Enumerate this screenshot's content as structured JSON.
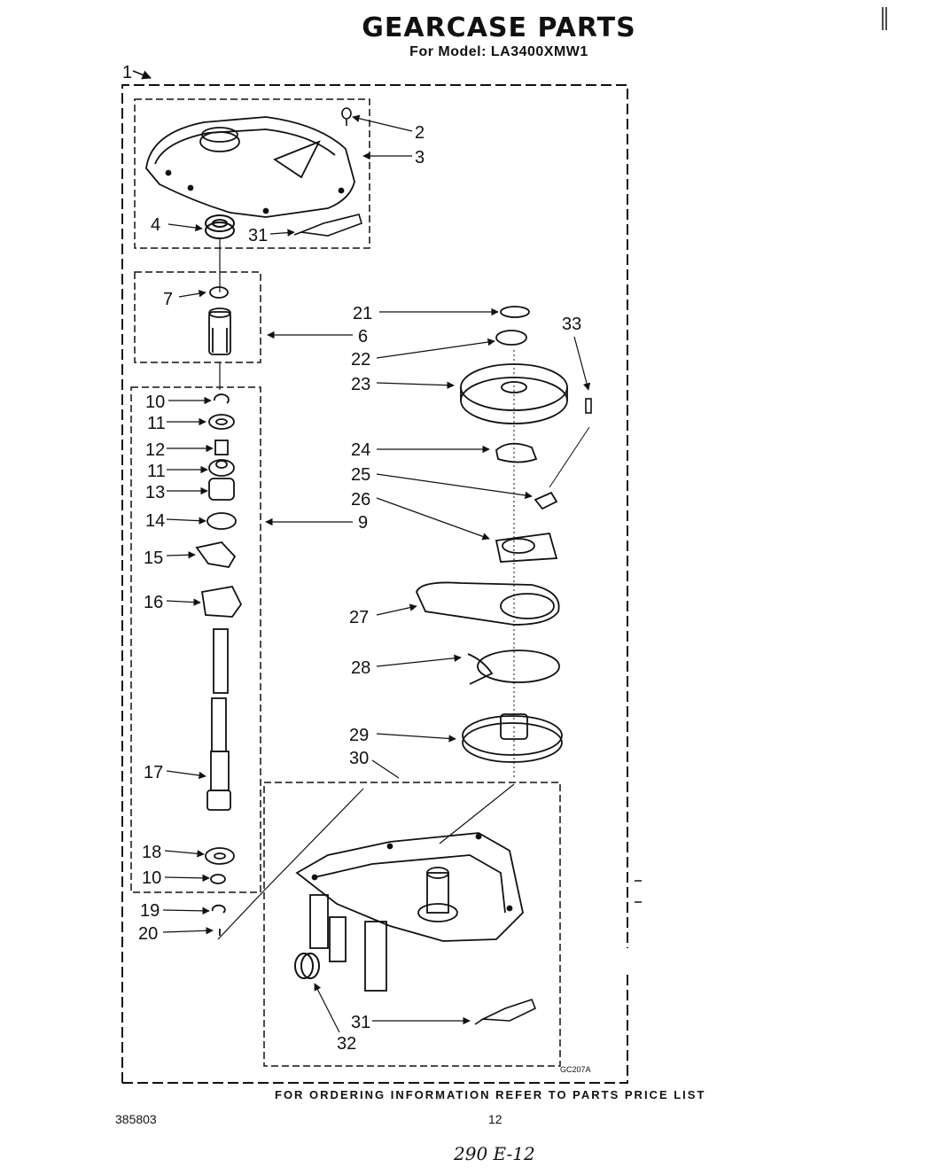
{
  "header": {
    "title": "GEARCASE PARTS",
    "model_line": "For Model: LA3400XMW1"
  },
  "footer": {
    "ordering_note": "FOR ORDERING INFORMATION REFER TO PARTS PRICE LIST",
    "document_number": "385803",
    "page_number": "12",
    "handwritten_note": "290 E-12",
    "diagram_code": "GC207A"
  },
  "callouts": {
    "c1": "1",
    "c2": "2",
    "c3": "3",
    "c4": "4",
    "c31a": "31",
    "c7": "7",
    "c6": "6",
    "c10a": "10",
    "c11a": "11",
    "c12": "12",
    "c11b": "11",
    "c13": "13",
    "c14": "14",
    "c9": "9",
    "c15": "15",
    "c16": "16",
    "c17": "17",
    "c18": "18",
    "c10b": "10",
    "c19": "19",
    "c20": "20",
    "c21": "21",
    "c22": "22",
    "c23": "23",
    "c33": "33",
    "c24": "24",
    "c25": "25",
    "c26": "26",
    "c27": "27",
    "c28": "28",
    "c29": "29",
    "c30": "30",
    "c31b": "31",
    "c32": "32"
  }
}
